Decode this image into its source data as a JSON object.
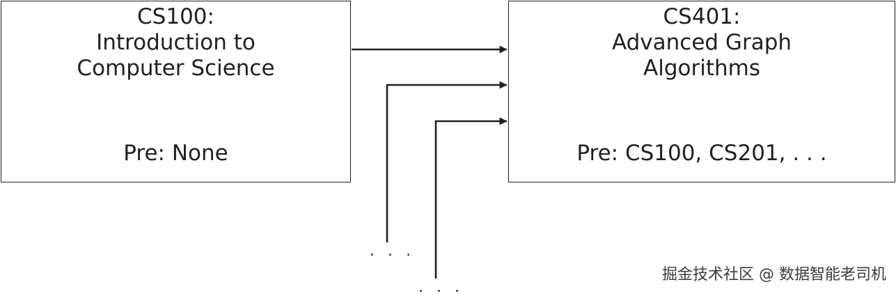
{
  "nodes": [
    {
      "id": "cs100",
      "title": "CS100:\nIntroduction to\nComputer Science",
      "prereq": "Pre: None"
    },
    {
      "id": "cs401",
      "title": "CS401:\nAdvanced Graph\nAlgorithms",
      "prereq": "Pre: CS100, CS201, . . ."
    }
  ],
  "ellipsis": ". . .",
  "watermark": "掘金技术社区 @ 数据智能老司机",
  "colors": {
    "stroke": "#231f20",
    "background": "#ffffff"
  }
}
